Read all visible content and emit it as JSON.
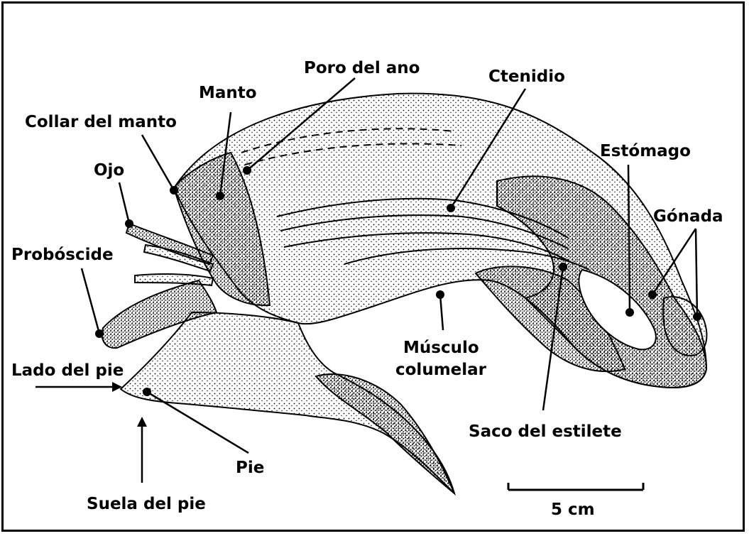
{
  "labels": {
    "poro_del_ano": "Poro del ano",
    "ctenidio": "Ctenidio",
    "manto": "Manto",
    "collar_del_manto": "Collar del manto",
    "estomago": "Estómago",
    "ojo": "Ojo",
    "gonada": "Gónada",
    "proboscide": "Probóscide",
    "musculo_line1": "Músculo",
    "musculo_line2": "columelar",
    "lado_del_pie": "Lado del pie",
    "saco_del_estilete": "Saco del estilete",
    "pie": "Pie",
    "suela_del_pie": "Suela del pie",
    "scale": "5 cm"
  },
  "colors": {
    "ink": "#000000",
    "background": "#ffffff"
  }
}
